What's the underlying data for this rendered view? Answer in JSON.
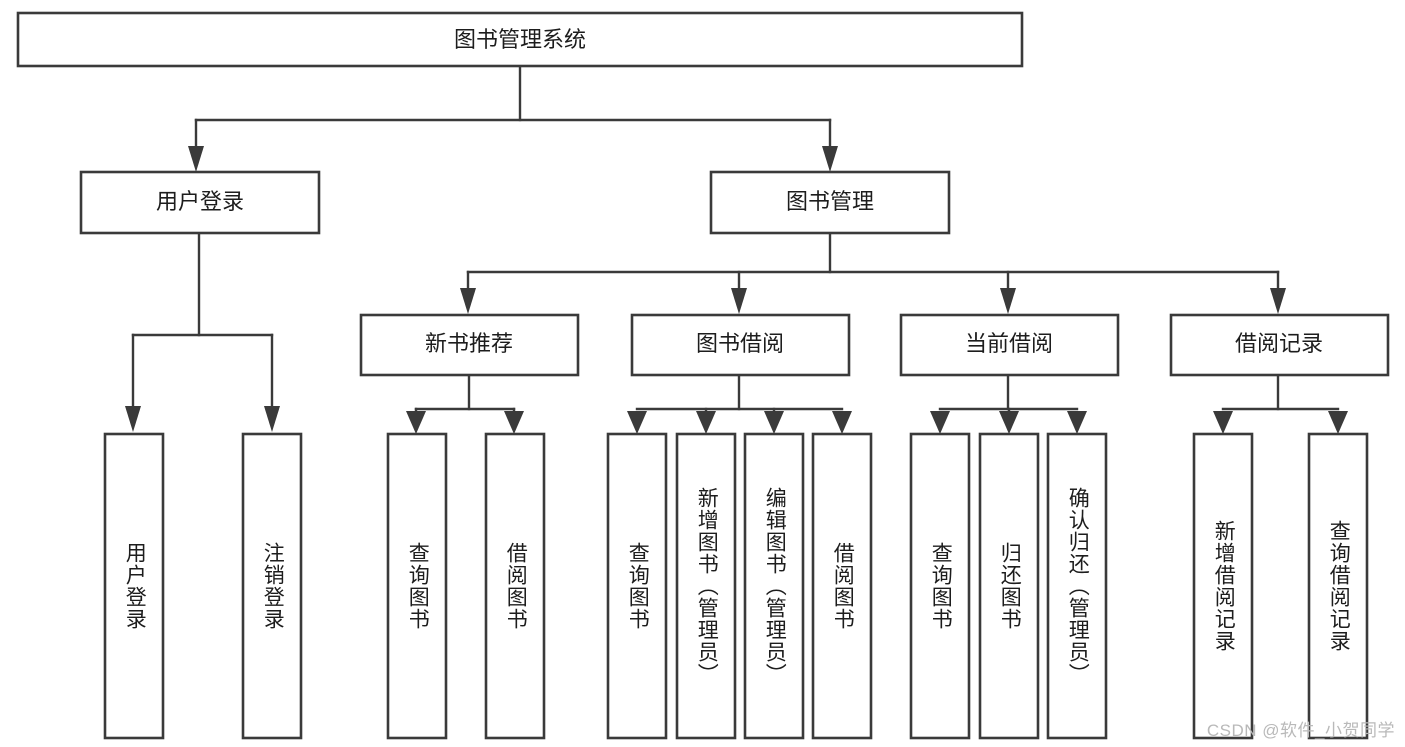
{
  "diagram": {
    "type": "tree-hierarchy-diagram",
    "title": "图书管理系统",
    "watermark": "CSDN @软件_小贺同学",
    "colors": {
      "stroke": "#3a3a3a",
      "fill": "#ffffff",
      "text": "#1d1d1d",
      "watermark": "#b9b9b9",
      "background": "#ffffff"
    },
    "levels": [
      {
        "level": 1,
        "nodes": [
          {
            "id": "root",
            "label": "图书管理系统",
            "orientation": "horizontal"
          }
        ]
      },
      {
        "level": 2,
        "nodes": [
          {
            "id": "login",
            "label": "用户登录",
            "orientation": "horizontal",
            "parent": "root"
          },
          {
            "id": "bookmgmt",
            "label": "图书管理",
            "orientation": "horizontal",
            "parent": "root"
          }
        ]
      },
      {
        "level": 3,
        "nodes": [
          {
            "id": "newbook",
            "label": "新书推荐",
            "orientation": "horizontal",
            "parent": "bookmgmt"
          },
          {
            "id": "borrow",
            "label": "图书借阅",
            "orientation": "horizontal",
            "parent": "bookmgmt"
          },
          {
            "id": "current",
            "label": "当前借阅",
            "orientation": "horizontal",
            "parent": "bookmgmt"
          },
          {
            "id": "records",
            "label": "借阅记录",
            "orientation": "horizontal",
            "parent": "bookmgmt"
          }
        ]
      },
      {
        "level": 4,
        "nodes": [
          {
            "id": "leaf-user-login",
            "label": "用户登录",
            "orientation": "vertical",
            "parent": "login"
          },
          {
            "id": "leaf-user-logout",
            "label": "注销登录",
            "orientation": "vertical",
            "parent": "login"
          },
          {
            "id": "leaf-query-book-1",
            "label": "查询图书",
            "orientation": "vertical",
            "parent": "newbook"
          },
          {
            "id": "leaf-borrow-book-1",
            "label": "借阅图书",
            "orientation": "vertical",
            "parent": "newbook"
          },
          {
            "id": "leaf-query-book-2",
            "label": "查询图书",
            "orientation": "vertical",
            "parent": "borrow"
          },
          {
            "id": "leaf-add-book",
            "label": "新增图书（管理员）",
            "orientation": "vertical",
            "parent": "borrow"
          },
          {
            "id": "leaf-edit-book",
            "label": "编辑图书（管理员）",
            "orientation": "vertical",
            "parent": "borrow"
          },
          {
            "id": "leaf-borrow-book-2",
            "label": "借阅图书",
            "orientation": "vertical",
            "parent": "borrow"
          },
          {
            "id": "leaf-query-book-3",
            "label": "查询图书",
            "orientation": "vertical",
            "parent": "current"
          },
          {
            "id": "leaf-return-book",
            "label": "归还图书",
            "orientation": "vertical",
            "parent": "current"
          },
          {
            "id": "leaf-confirm-return",
            "label": "确认归还（管理员）",
            "orientation": "vertical",
            "parent": "current"
          },
          {
            "id": "leaf-add-record",
            "label": "新增借阅记录",
            "orientation": "vertical",
            "parent": "records"
          },
          {
            "id": "leaf-query-record",
            "label": "查询借阅记录",
            "orientation": "vertical",
            "parent": "records"
          }
        ]
      }
    ]
  }
}
